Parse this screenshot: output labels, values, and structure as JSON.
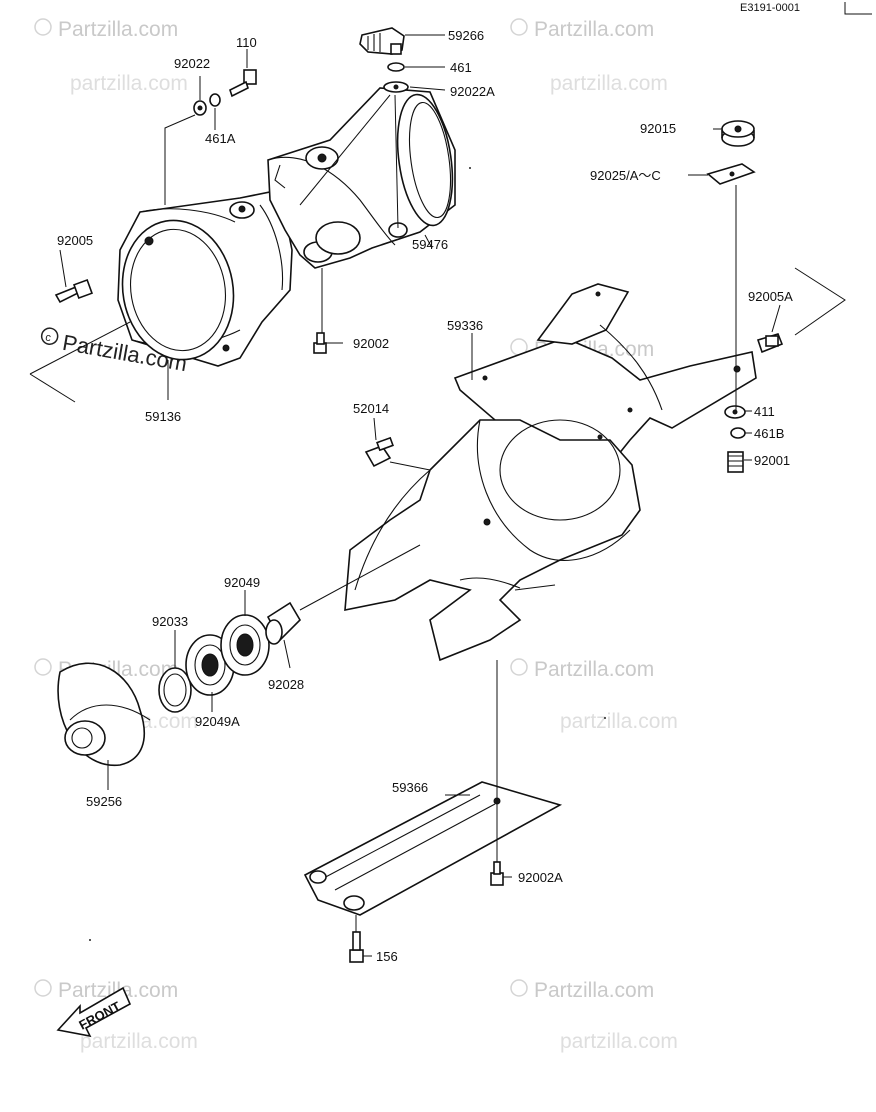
{
  "diagram_code": "E3191-0001",
  "watermark": "Partzilla.com",
  "watermark_dotted": "partzilla.com",
  "front_label": "FRONT",
  "parts": {
    "p59266": "59266",
    "p461": "461",
    "p92022A": "92022A",
    "p110": "110",
    "p92022": "92022",
    "p461A": "461A",
    "p92015": "92015",
    "p92025": "92025/A～C",
    "p92005": "92005",
    "p59476": "59476",
    "p92005A": "92005A",
    "p59336": "59336",
    "p92002": "92002",
    "p59136": "59136",
    "p52014": "52014",
    "p411": "411",
    "p461B": "461B",
    "p92001": "92001",
    "p92049": "92049",
    "p92033": "92033",
    "p92028": "92028",
    "p92049A": "92049A",
    "p59256": "59256",
    "p59366": "59366",
    "p92002A": "92002A",
    "p156": "156"
  }
}
